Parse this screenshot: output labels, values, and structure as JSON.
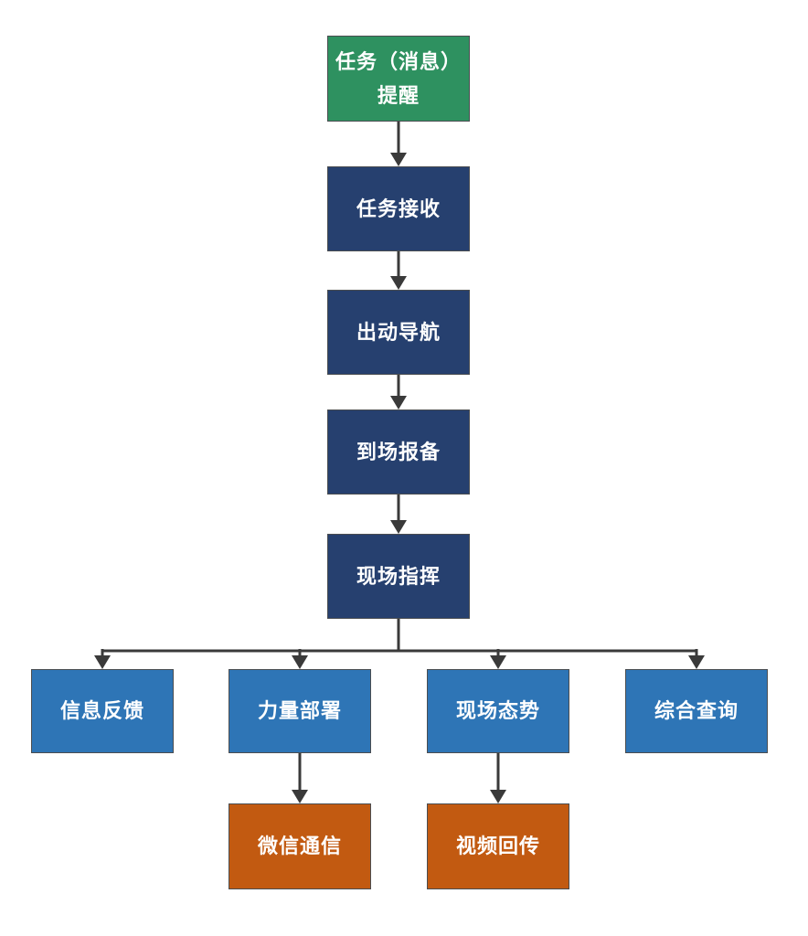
{
  "page": {
    "background": "#FFFFFF"
  },
  "flowchart": {
    "connector_color": "#3A3A3A",
    "text_color": "#FFFFFF",
    "palette": {
      "start_green": "#2E9160",
      "process_navy": "#26406F",
      "branch_blue": "#2E75B6",
      "leaf_orange": "#C25A11"
    },
    "nodes": {
      "task_reminder": {
        "line1": "任务（消息）",
        "line2": "提醒",
        "fill": "#2E9160",
        "text_color": "#FFFFFF"
      },
      "task_receive": {
        "label": "任务接收",
        "fill": "#26406F",
        "text_color": "#FFFFFF"
      },
      "dispatch_navigation": {
        "label": "出动导航",
        "fill": "#26406F",
        "text_color": "#FFFFFF"
      },
      "arrival_report": {
        "label": "到场报备",
        "fill": "#26406F",
        "text_color": "#FFFFFF"
      },
      "onsite_command": {
        "label": "现场指挥",
        "fill": "#26406F",
        "text_color": "#FFFFFF"
      },
      "info_feedback": {
        "label": "信息反馈",
        "fill": "#2E75B6",
        "text_color": "#FFFFFF"
      },
      "force_deployment": {
        "label": "力量部署",
        "fill": "#2E75B6",
        "text_color": "#FFFFFF"
      },
      "onsite_situation": {
        "label": "现场态势",
        "fill": "#2E75B6",
        "text_color": "#FFFFFF"
      },
      "comprehensive_query": {
        "label": "综合查询",
        "fill": "#2E75B6",
        "text_color": "#FFFFFF"
      },
      "wechat_communication": {
        "label": "微信通信",
        "fill": "#C25A11",
        "text_color": "#FFFFFF"
      },
      "video_backhaul": {
        "label": "视频回传",
        "fill": "#C25A11",
        "text_color": "#FFFFFF"
      }
    },
    "edges": [
      {
        "from": "task_reminder",
        "to": "task_receive"
      },
      {
        "from": "task_receive",
        "to": "dispatch_navigation"
      },
      {
        "from": "dispatch_navigation",
        "to": "arrival_report"
      },
      {
        "from": "arrival_report",
        "to": "onsite_command"
      },
      {
        "from": "onsite_command",
        "to": "info_feedback"
      },
      {
        "from": "onsite_command",
        "to": "force_deployment"
      },
      {
        "from": "onsite_command",
        "to": "onsite_situation"
      },
      {
        "from": "onsite_command",
        "to": "comprehensive_query"
      },
      {
        "from": "force_deployment",
        "to": "wechat_communication"
      },
      {
        "from": "onsite_situation",
        "to": "video_backhaul"
      }
    ]
  }
}
